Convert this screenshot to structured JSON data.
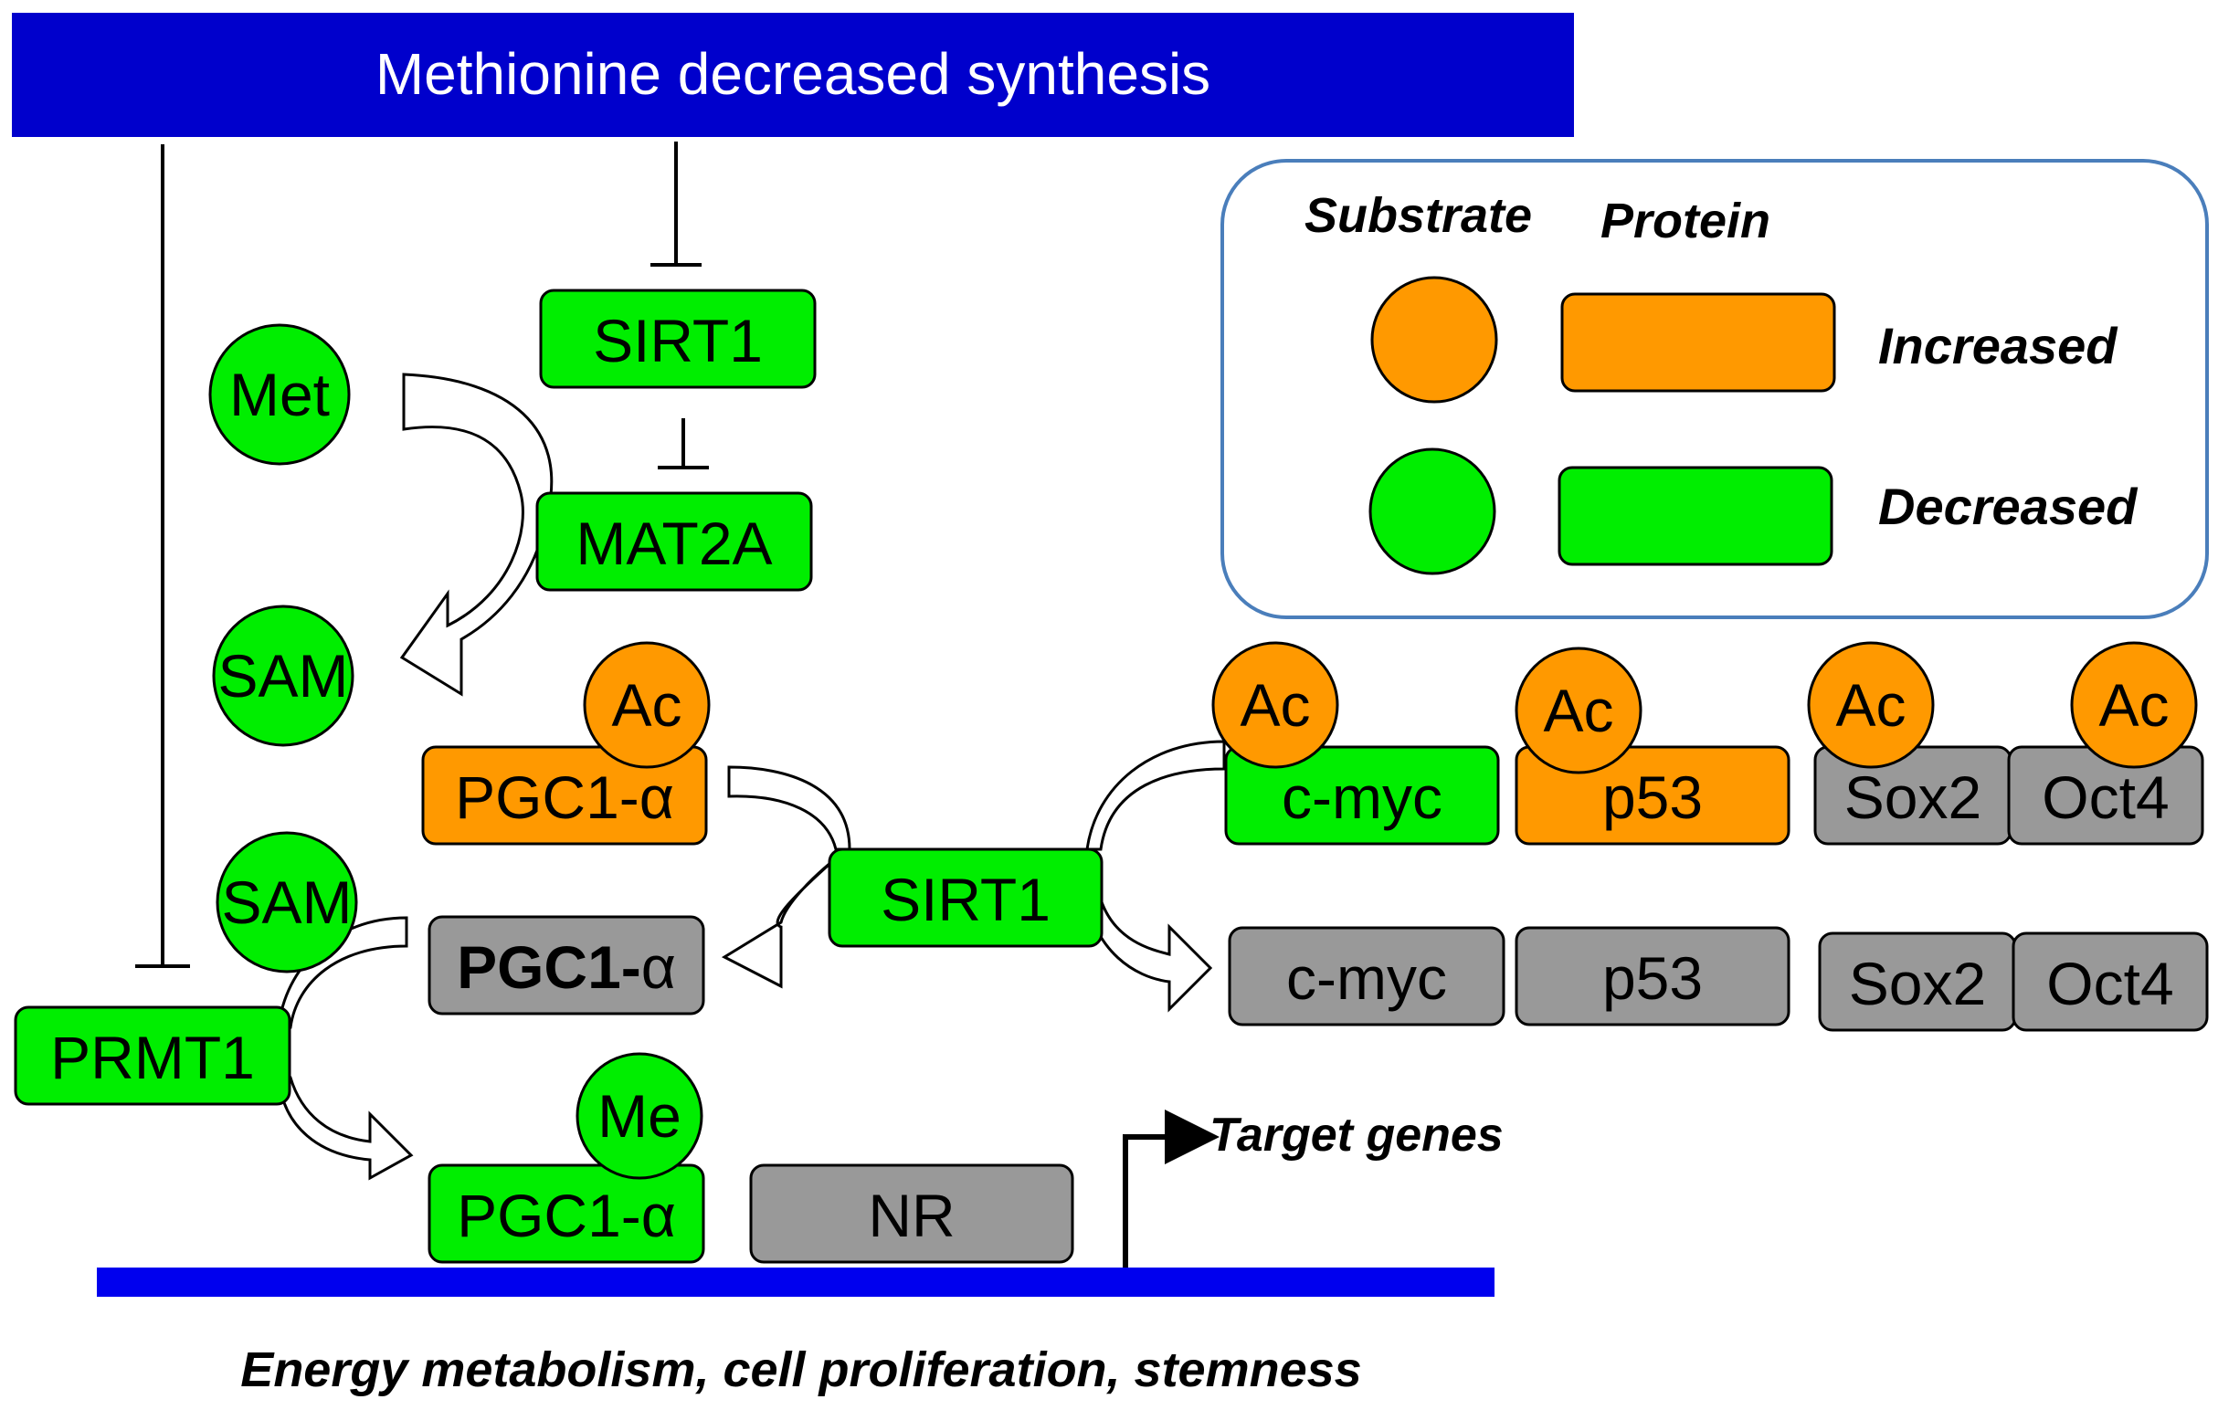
{
  "header": {
    "title": "Methionine  decreased synthesis"
  },
  "colors": {
    "banner": "#0000cc",
    "membrane": "#0000ee",
    "increased": "#ff9900",
    "decreased": "#00ee00",
    "neutral": "#999999",
    "legend_border": "#4a7ebb"
  },
  "legend": {
    "substrate_label": "Substrate",
    "protein_label": "Protein",
    "increased_label": "Increased",
    "decreased_label": "Decreased"
  },
  "nodes": {
    "sirt1_top": "SIRT1",
    "mat2a": "MAT2A",
    "met": "Met",
    "sam_top": "SAM",
    "sam_mid": "SAM",
    "ac_pgc": "Ac",
    "pgc1a_ac": "PGC1-α",
    "sirt1_center": "SIRT1",
    "pgc1a_gray_bold": "PGC1-",
    "pgc1a_gray_alpha": "α",
    "prmt1": "PRMT1",
    "me": "Me",
    "pgc1a_me": "PGC1-α",
    "nr": "NR",
    "ac_cmyc": "Ac",
    "cmyc_ac": "c-myc",
    "ac_p53": "Ac",
    "p53_ac": "p53",
    "ac_sox2": "Ac",
    "sox2_ac": "Sox2",
    "ac_oct4": "Ac",
    "oct4_ac": "Oct4",
    "cmyc": "c-myc",
    "p53": "p53",
    "sox2": "Sox2",
    "oct4": "Oct4"
  },
  "target_genes": "Target genes",
  "footer": {
    "caption": "Energy metabolism, cell proliferation, stemness"
  }
}
